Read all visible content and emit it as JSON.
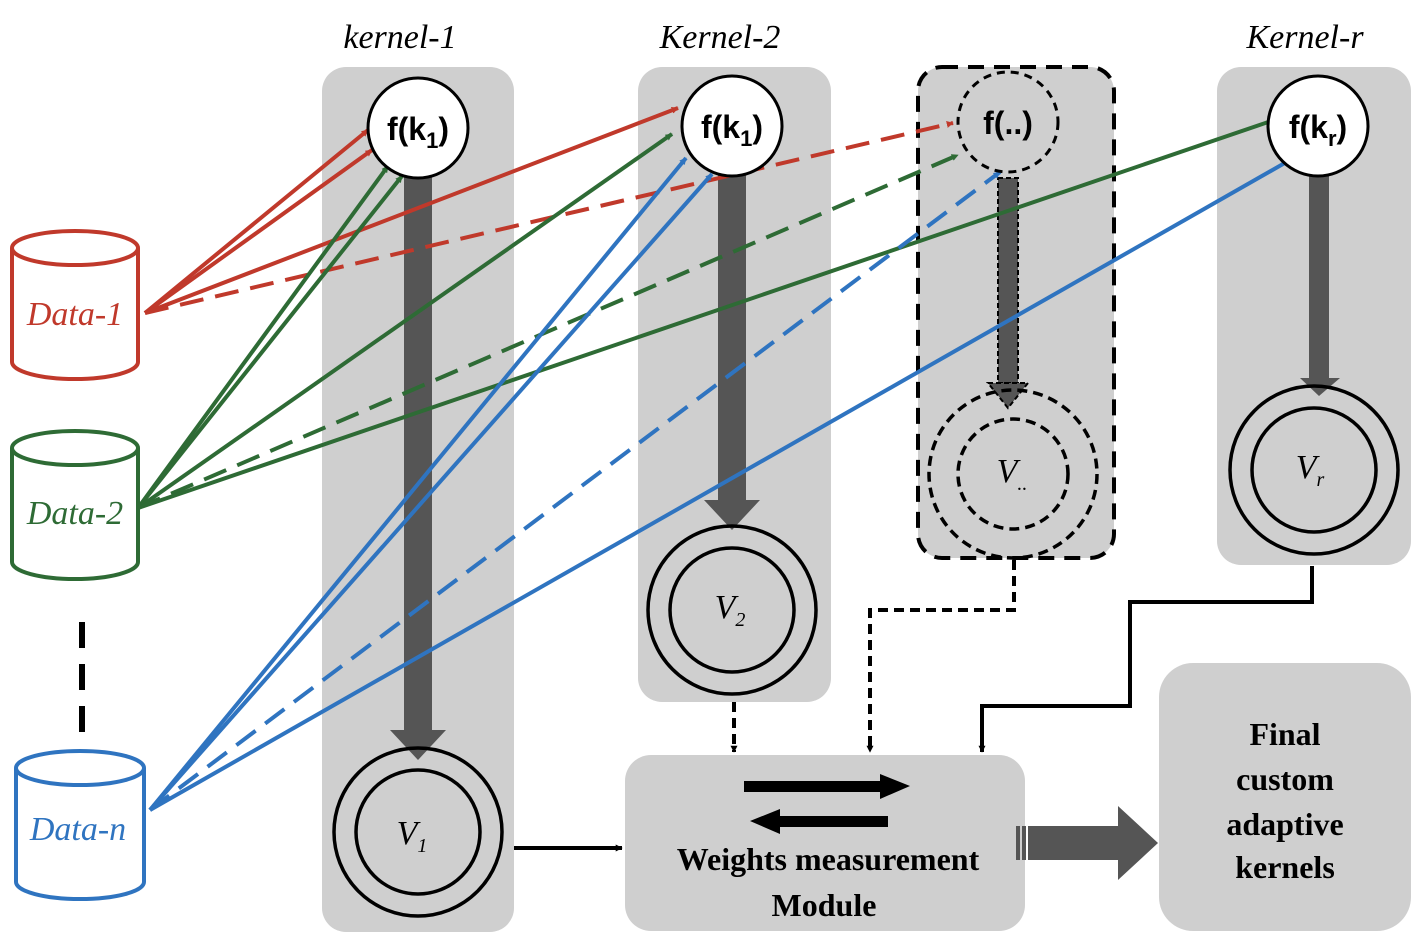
{
  "kernels": [
    {
      "title": "kernel-1",
      "func_base": "f(k",
      "func_sub": "1",
      "func_end": ")",
      "output_base": "V",
      "output_sub": "1"
    },
    {
      "title": "Kernel-2",
      "func_base": "f(k",
      "func_sub": "1",
      "func_end": ")",
      "output_base": "V",
      "output_sub": "2"
    },
    {
      "title": "",
      "func_base": "f(..)",
      "func_sub": "",
      "func_end": "",
      "output_base": "V",
      "output_sub": ".."
    },
    {
      "title": "Kernel-r",
      "func_base": "f(k",
      "func_sub": "r",
      "func_end": ")",
      "output_base": "V",
      "output_sub": "r"
    }
  ],
  "data_sources": [
    {
      "label": "Data-1",
      "color": "#c0392b"
    },
    {
      "label": "Data-2",
      "color": "#2e6b35"
    },
    {
      "label": "Data-n",
      "color": "#2f74c0"
    }
  ],
  "weights_module": {
    "line1": "Weights  measurement",
    "line2": "Module"
  },
  "final_box": {
    "lines": [
      "Final",
      "custom",
      "adaptive",
      "kernels"
    ]
  },
  "colors": {
    "panel": "#cfcfcf",
    "flow_arrow": "#555555"
  }
}
